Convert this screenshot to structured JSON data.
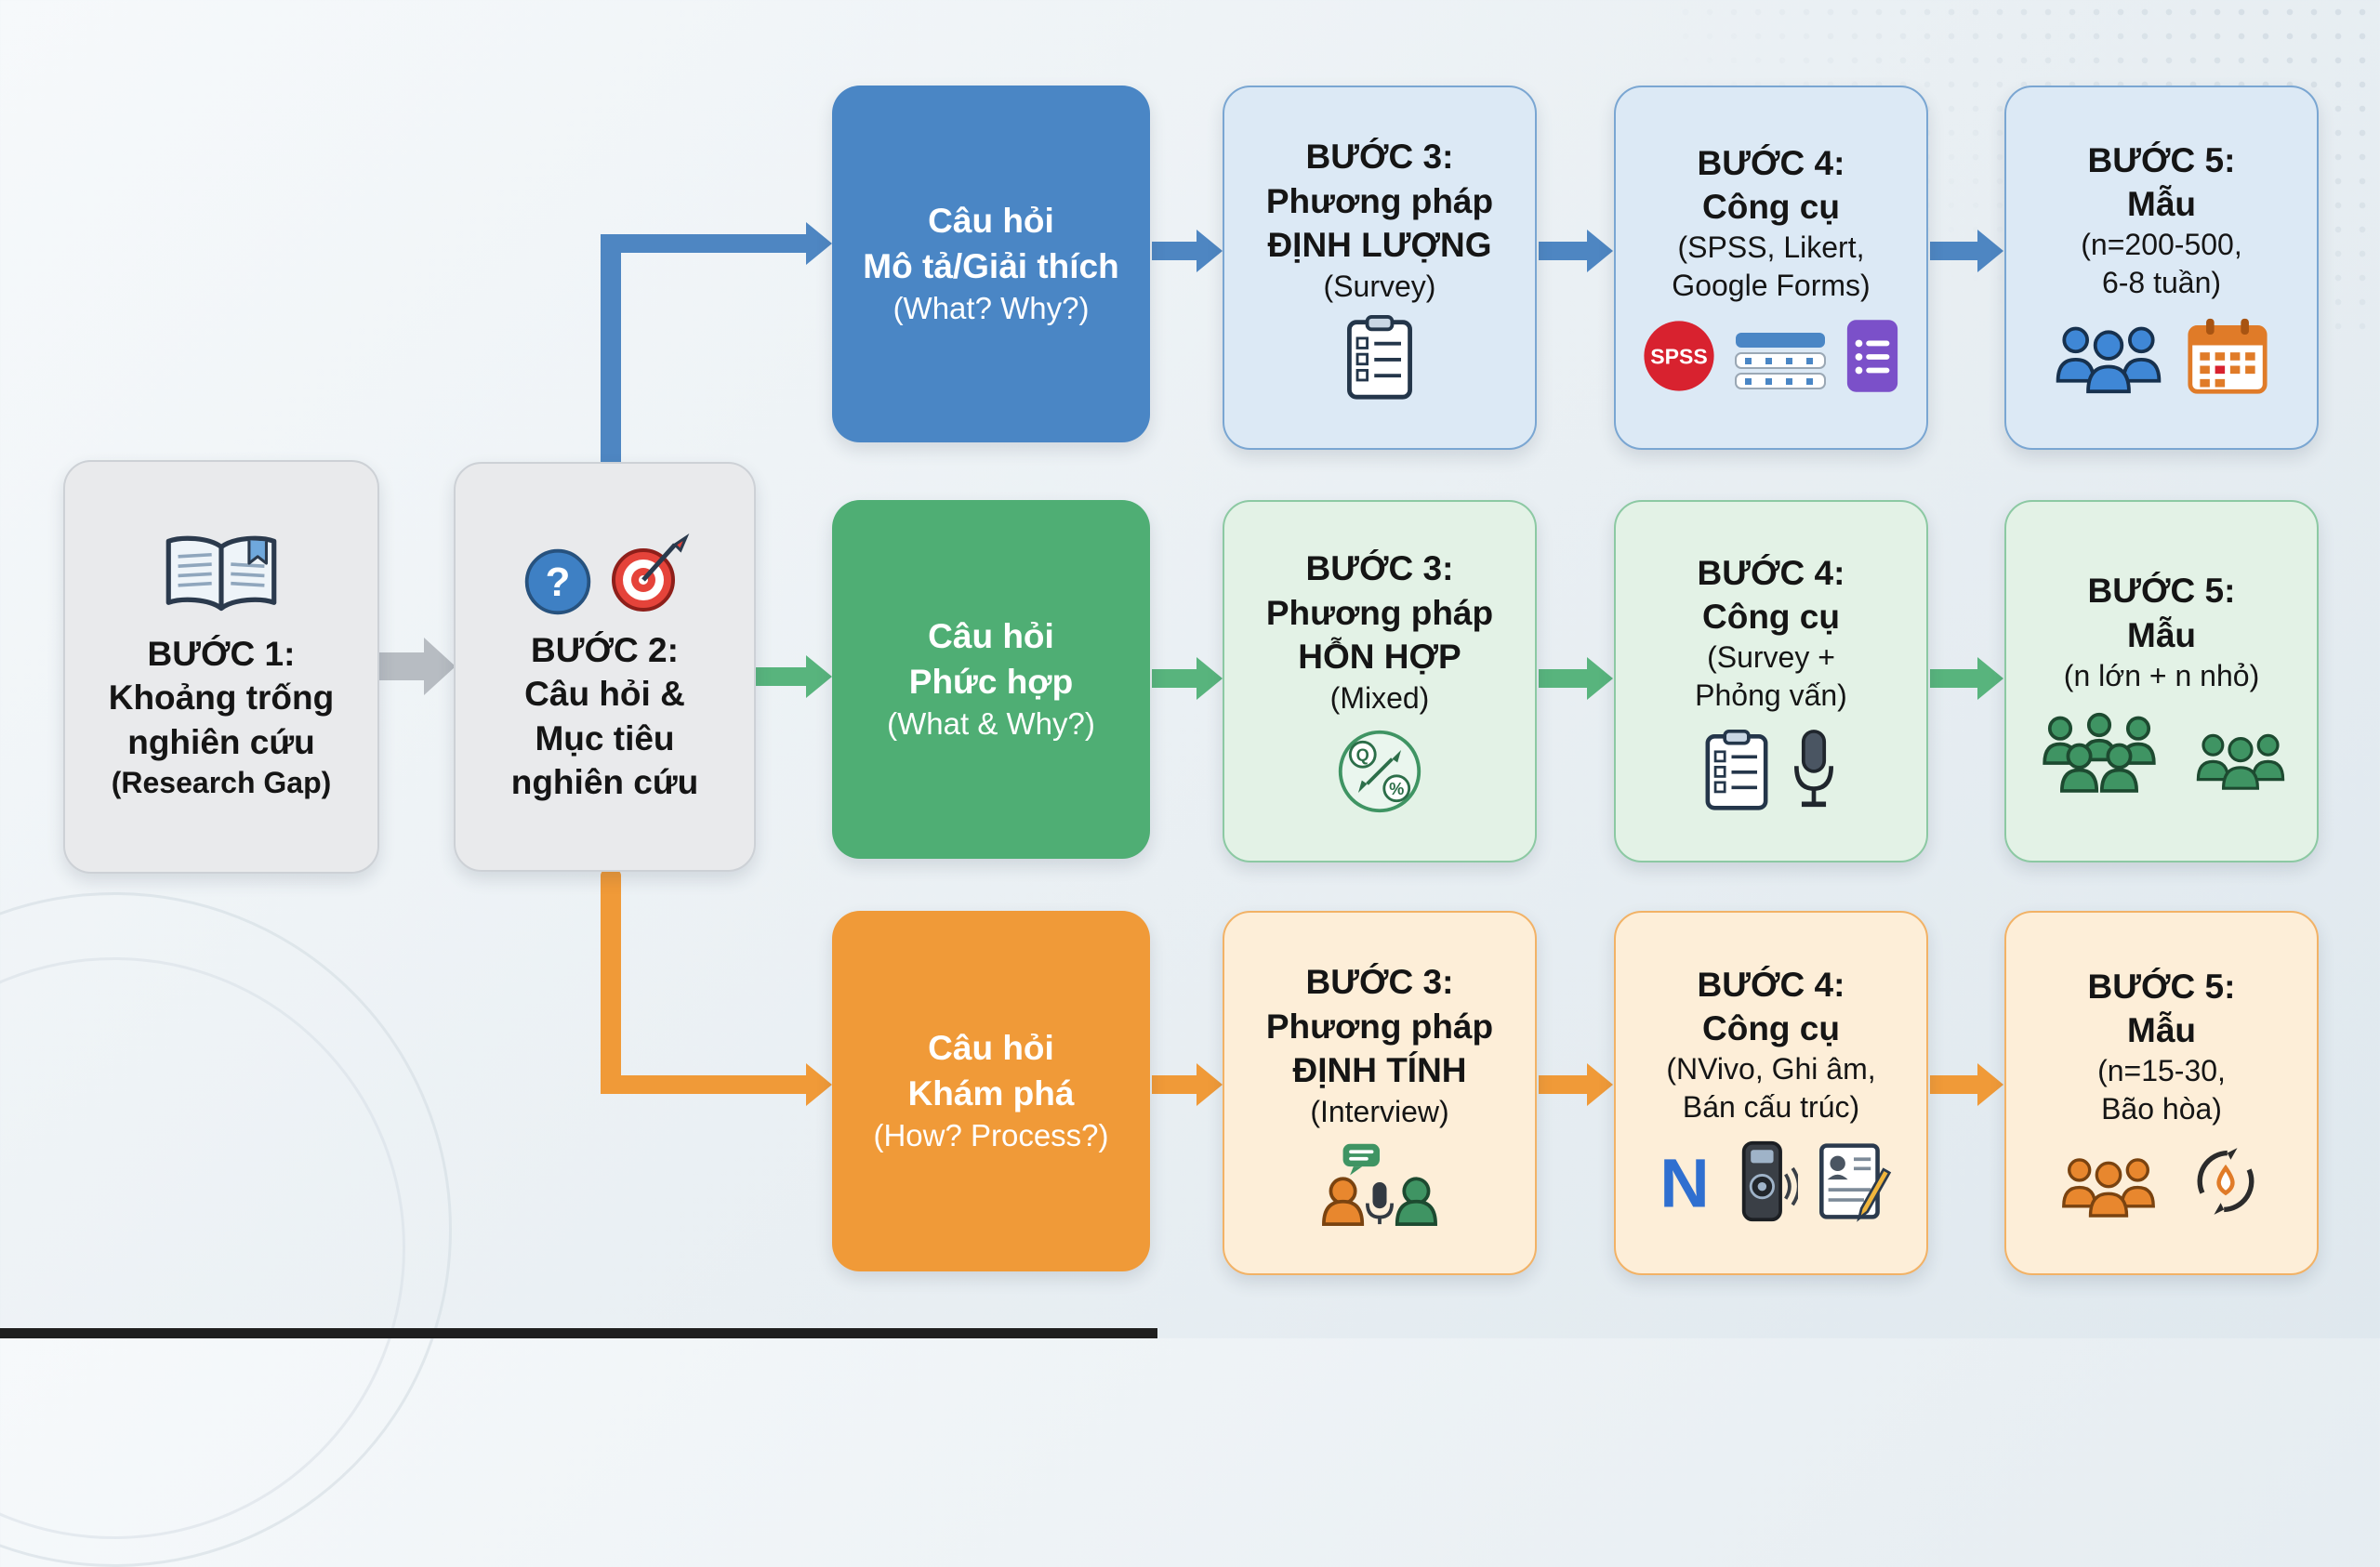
{
  "colors": {
    "blue": "#4a86c5",
    "green": "#4fae74",
    "orange": "#f09a38",
    "gray_box": "#e9eaec",
    "spss_red": "#d8222f",
    "forms_purple": "#7b50c9",
    "nvivo_blue": "#2f6fd0"
  },
  "glyphs": {
    "question": "?",
    "spss": "SPSS",
    "nvivo": "N",
    "q": "Q",
    "percent": "%"
  },
  "icons": {
    "step1": "open-book",
    "step2": [
      "question-mark",
      "target"
    ],
    "quant_step3": "survey-clipboard",
    "quant_step4": [
      "spss-logo",
      "likert-scale",
      "google-forms"
    ],
    "quant_step5": [
      "people-group",
      "calendar"
    ],
    "mixed_step3": "qual-quant-cycle",
    "mixed_step4": [
      "survey-clipboard",
      "microphone"
    ],
    "mixed_step5": [
      "people-group-large",
      "people-group-small"
    ],
    "qual_step3": "interview-people",
    "qual_step4": [
      "nvivo",
      "voice-recorder",
      "notes-pen"
    ],
    "qual_step5": [
      "people-group",
      "saturation-cycle"
    ]
  },
  "step1": {
    "title": "BƯỚC 1:",
    "line1": "Khoảng trống",
    "line2": "nghiên cứu",
    "sub": "(Research Gap)"
  },
  "step2": {
    "title": "BƯỚC 2:",
    "line1": "Câu hỏi &",
    "line2": "Mục tiêu",
    "line3": "nghiên cứu"
  },
  "branches": [
    {
      "name": "dinh-luong",
      "question": {
        "line1": "Câu hỏi",
        "line2": "Mô tả/Giải thích",
        "sub": "(What? Why?)"
      },
      "step3": {
        "title": "BƯỚC 3:",
        "line1": "Phương pháp",
        "line2": "ĐỊNH LƯỢNG",
        "sub": "(Survey)"
      },
      "step4": {
        "title": "BƯỚC 4:",
        "line1": "Công cụ",
        "sub1": "(SPSS, Likert,",
        "sub2": "Google Forms)"
      },
      "step5": {
        "title": "BƯỚC 5:",
        "line1": "Mẫu",
        "sub1": "(n=200-500,",
        "sub2": "6-8 tuần)"
      }
    },
    {
      "name": "hon-hop",
      "question": {
        "line1": "Câu hỏi",
        "line2": "Phức hợp",
        "sub": "(What & Why?)"
      },
      "step3": {
        "title": "BƯỚC 3:",
        "line1": "Phương pháp",
        "line2": "HỖN HỢP",
        "sub": "(Mixed)"
      },
      "step4": {
        "title": "BƯỚC 4:",
        "line1": "Công cụ",
        "sub1": "(Survey +",
        "sub2": "Phỏng vấn)"
      },
      "step5": {
        "title": "BƯỚC 5:",
        "line1": "Mẫu",
        "sub1": "(n lớn + n nhỏ)"
      }
    },
    {
      "name": "dinh-tinh",
      "question": {
        "line1": "Câu hỏi",
        "line2": "Khám phá",
        "sub": "(How? Process?)"
      },
      "step3": {
        "title": "BƯỚC 3:",
        "line1": "Phương pháp",
        "line2": "ĐỊNH TÍNH",
        "sub": "(Interview)"
      },
      "step4": {
        "title": "BƯỚC 4:",
        "line1": "Công cụ",
        "sub1": "(NVivo, Ghi âm,",
        "sub2": "Bán cấu trúc)"
      },
      "step5": {
        "title": "BƯỚC 5:",
        "line1": "Mẫu",
        "sub1": "(n=15-30,",
        "sub2": "Bão hòa)"
      }
    }
  ]
}
